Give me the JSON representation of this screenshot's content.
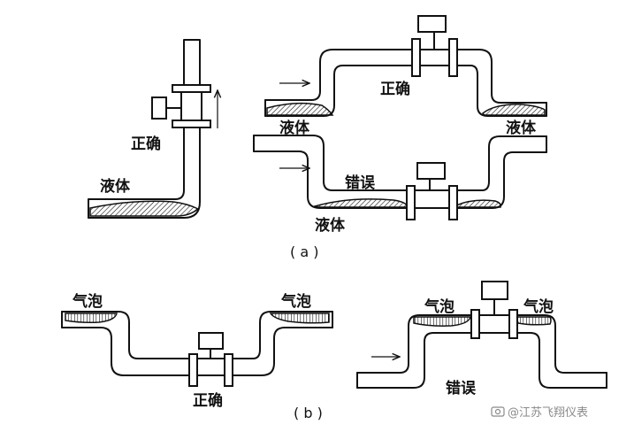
{
  "labels": {
    "correct": "正确",
    "wrong": "错误",
    "liquid": "液体",
    "bubble": "气泡"
  },
  "captions": {
    "a": "( a )",
    "b": "( b )"
  },
  "watermark": "@江苏飞翔仪表",
  "icons": {
    "watermark": "camera-icon",
    "flow": "arrow-right-icon",
    "flow_up": "arrow-up-icon"
  }
}
